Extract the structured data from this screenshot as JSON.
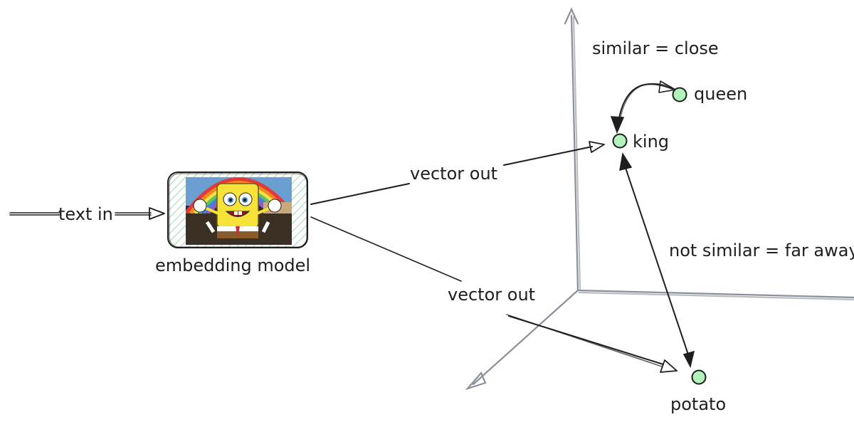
{
  "input": {
    "label": "text in"
  },
  "model": {
    "label": "embedding model",
    "image": "spongebob-rainbow-imagination-meme"
  },
  "outputs": {
    "top_label": "vector out",
    "bottom_label": "vector out"
  },
  "space": {
    "points": [
      {
        "id": "queen",
        "label": "queen"
      },
      {
        "id": "king",
        "label": "king"
      },
      {
        "id": "potato",
        "label": "potato"
      }
    ],
    "similar_note": "similar = close",
    "dissimilar_note": "not similar = far away"
  },
  "colors": {
    "point_fill": "#b2f2bb",
    "axis": "#8a9099",
    "ink": "#1e1e1e",
    "hatch": "#9bdcaa"
  }
}
